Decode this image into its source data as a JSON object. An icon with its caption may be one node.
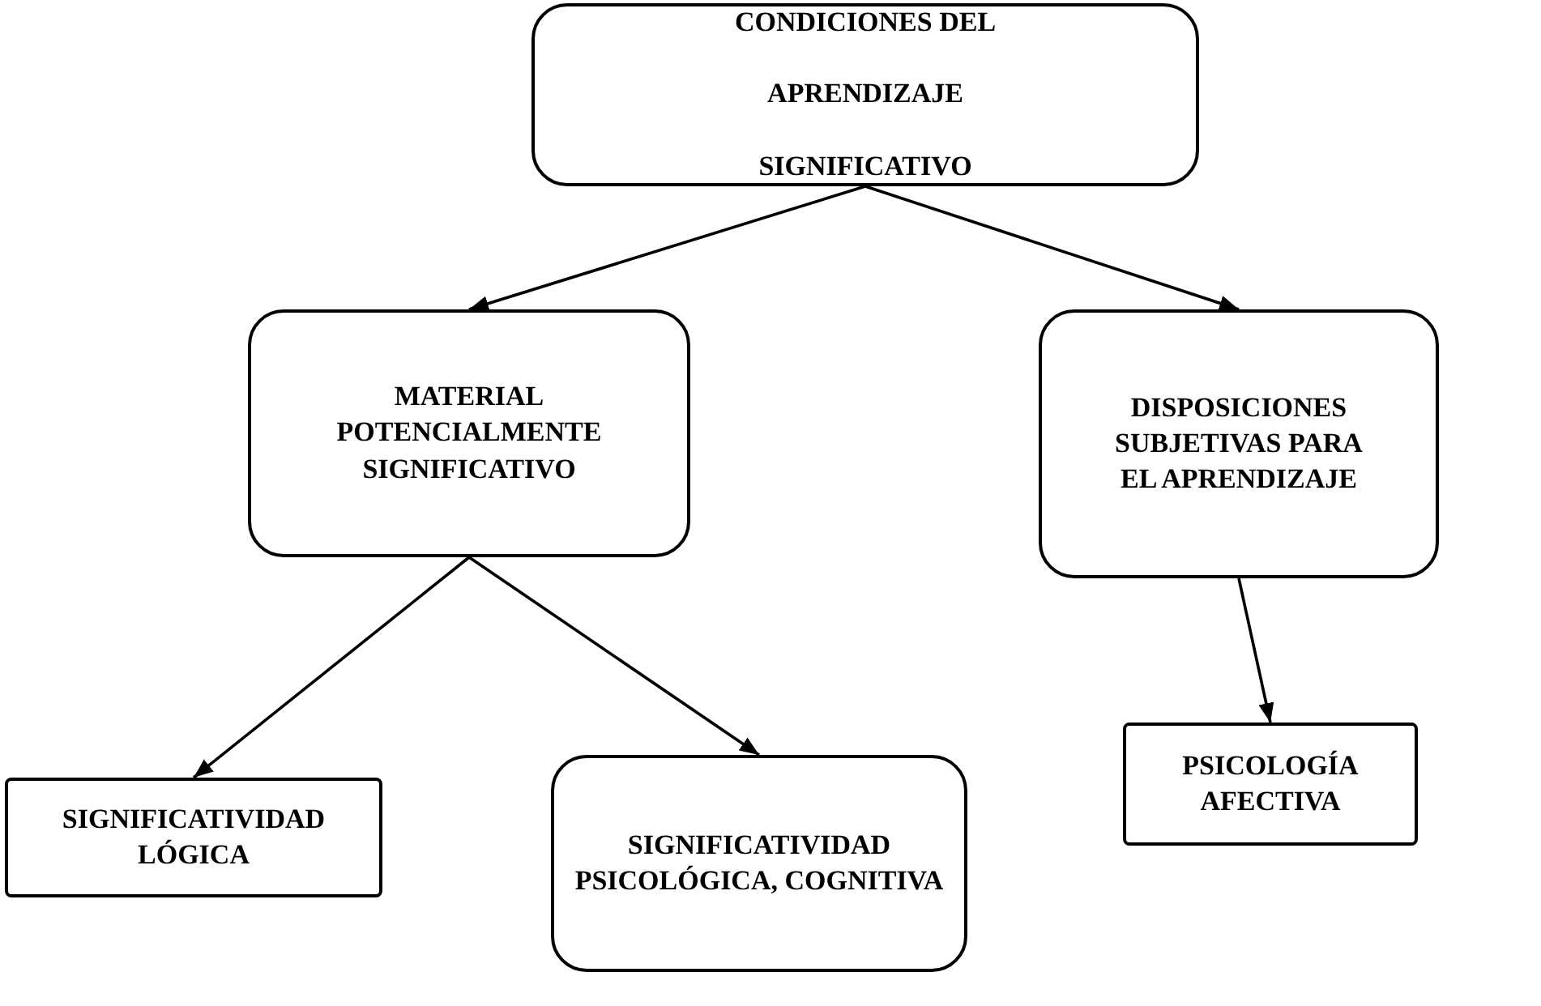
{
  "diagram": {
    "nodes": [
      {
        "text": [
          "CONDICIONES DEL APRENDIZAJE SIGNIFICATIVO"
        ]
      },
      {
        "text": [
          "MATERIAL POTENCIALMENTE SIGNIFICATIVO"
        ]
      },
      {
        "text": [
          "DISPOSICIONES SUBJETIVAS PARA EL APRENDIZAJE"
        ]
      },
      {
        "text": [
          "SIGNIFICATIVIDAD LÓGICA"
        ]
      },
      {
        "text": [
          "SIGNIFICATIVIDAD PSICOLÓGICA, COGNITIVA"
        ]
      },
      {
        "text": [
          "PSICOLOGÍA AFECTIVA"
        ]
      }
    ],
    "edges": [
      {
        "from": 0,
        "to": 1,
        "arrow": "to"
      },
      {
        "from": 0,
        "to": 2,
        "arrow": "to"
      },
      {
        "from": 1,
        "to": 3,
        "arrow": "to"
      },
      {
        "from": 1,
        "to": 4,
        "arrow": "to"
      },
      {
        "from": 2,
        "to": 5,
        "arrow": "to"
      }
    ]
  }
}
